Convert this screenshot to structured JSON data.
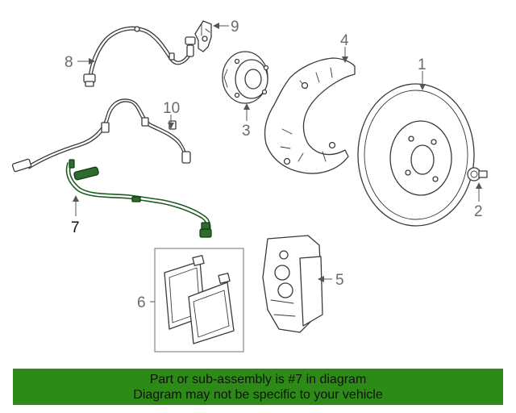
{
  "callouts": {
    "c1": "1",
    "c2": "2",
    "c3": "3",
    "c4": "4",
    "c5": "5",
    "c6": "6",
    "c7": "7",
    "c8": "8",
    "c9": "9",
    "c10": "10"
  },
  "highlighted_part": "7",
  "colors": {
    "banner_bg": "#2d8a17",
    "highlight_part": "#2e6b2e",
    "line_art": "#3a3a3a"
  },
  "footer": {
    "line1": "Part or sub-assembly is #7 in diagram",
    "line2": "Diagram may not be specific to your vehicle"
  }
}
